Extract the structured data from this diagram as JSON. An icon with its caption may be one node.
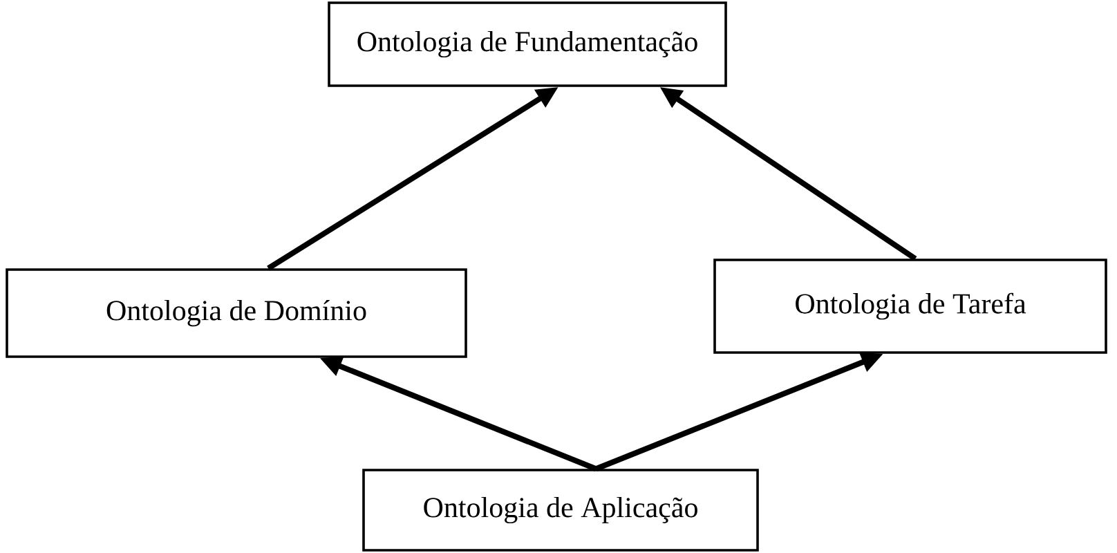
{
  "diagram": {
    "nodes": [
      {
        "text": [
          "Ontologia de Fundamentação"
        ]
      },
      {
        "text": [
          "Ontologia de Domínio"
        ]
      },
      {
        "text": [
          "Ontologia de Tarefa"
        ]
      },
      {
        "text": [
          "Ontologia de Aplicação"
        ]
      }
    ],
    "edges": [
      {
        "from": 1,
        "to": 0,
        "arrow": "to"
      },
      {
        "from": 2,
        "to": 0,
        "arrow": "to"
      },
      {
        "from": 3,
        "to": 1,
        "arrow": "to"
      },
      {
        "from": 3,
        "to": 2,
        "arrow": "to"
      }
    ]
  }
}
